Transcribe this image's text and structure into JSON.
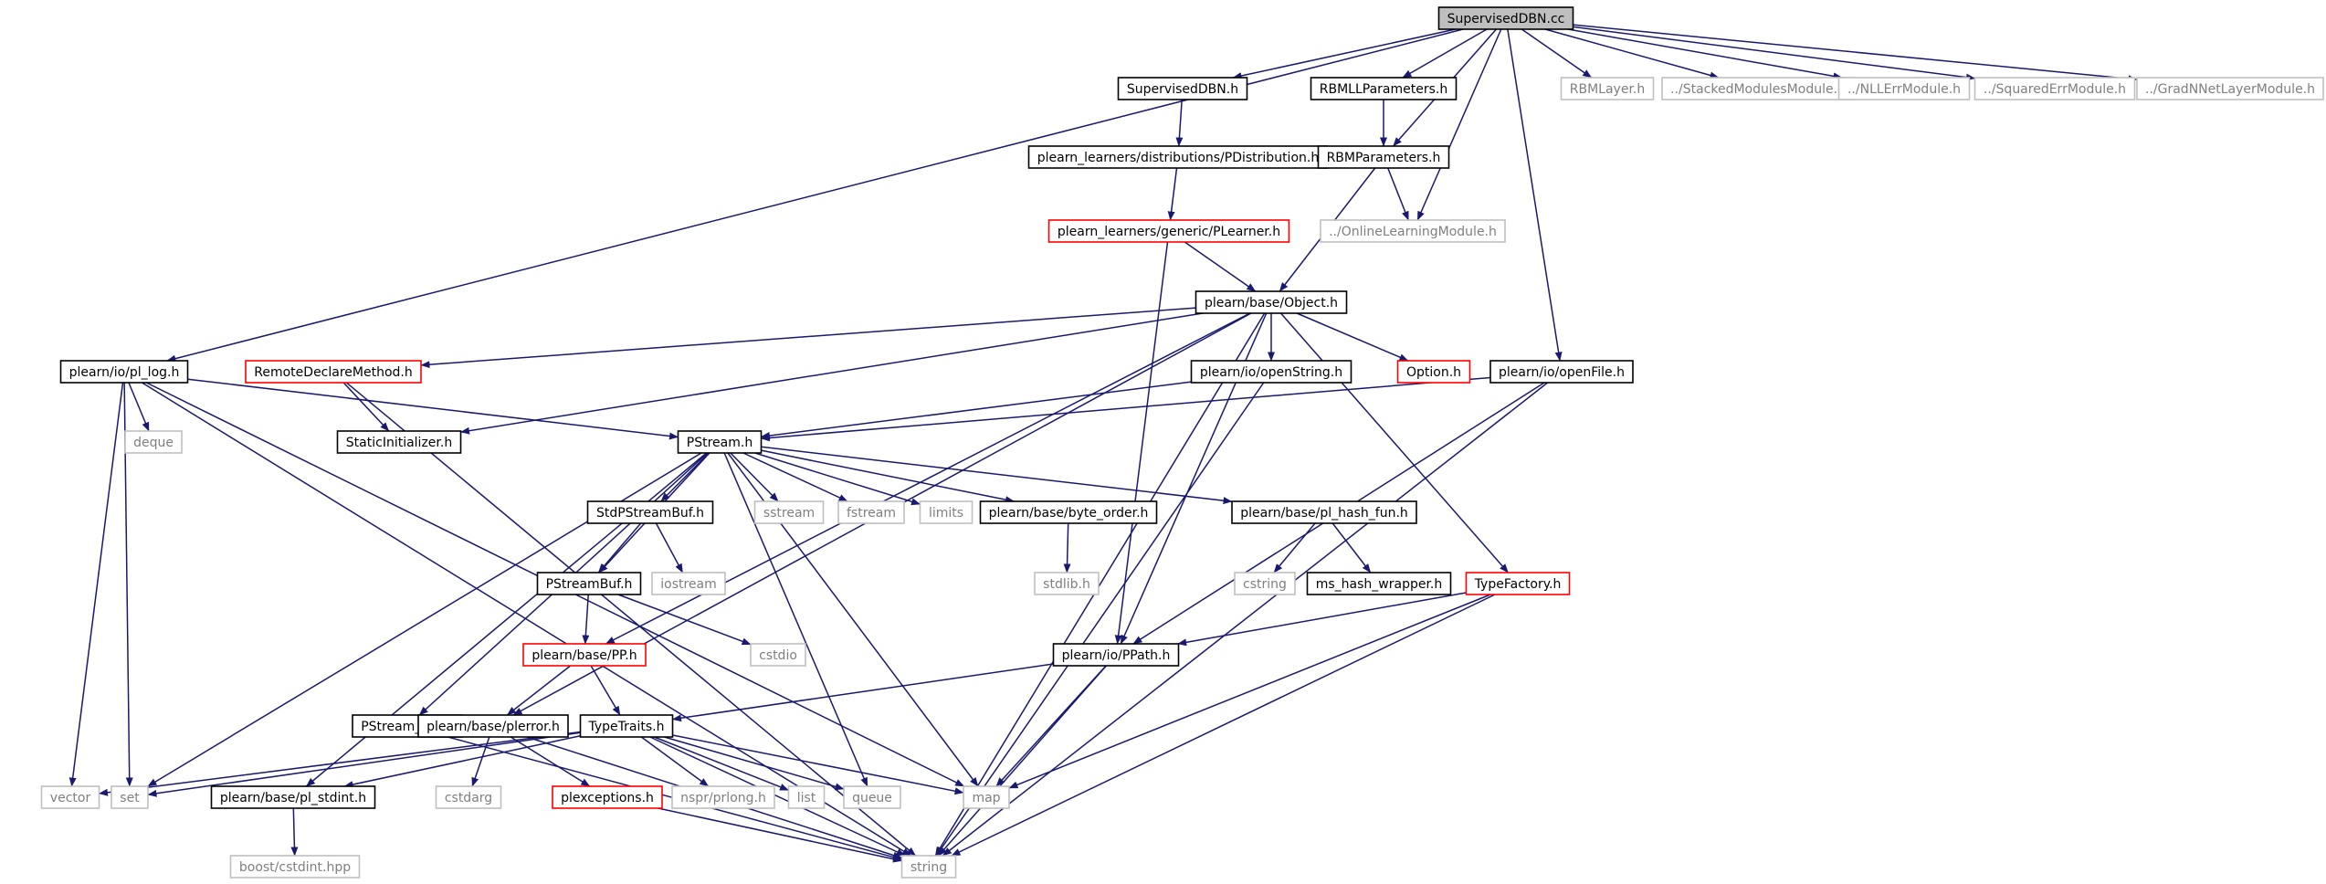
{
  "colors": {
    "edge": "#191970",
    "root_fill": "#bfbfbf",
    "text": "#000000",
    "muted_text": "#7f7f7f",
    "border_normal": "#000000",
    "border_red": "#ff0000",
    "border_gray": "#bfbfbf"
  },
  "nodes": [
    {
      "id": "root",
      "label": "SupervisedDBN.cc",
      "style": "root"
    },
    {
      "id": "sdbn_h",
      "label": "SupervisedDBN.h",
      "style": "normal"
    },
    {
      "id": "rbmll",
      "label": "RBMLLParameters.h",
      "style": "normal"
    },
    {
      "id": "rbmlayer",
      "label": "RBMLayer.h",
      "style": "gray"
    },
    {
      "id": "stacked",
      "label": "../StackedModulesModule.h",
      "style": "gray"
    },
    {
      "id": "nllerr",
      "label": "../NLLErrModule.h",
      "style": "gray"
    },
    {
      "id": "sqerr",
      "label": "../SquaredErrModule.h",
      "style": "gray"
    },
    {
      "id": "gradnn",
      "label": "../GradNNetLayerModule.h",
      "style": "gray"
    },
    {
      "id": "pdist",
      "label": "plearn_learners/distributions/PDistribution.h",
      "style": "normal"
    },
    {
      "id": "rbmparams",
      "label": "RBMParameters.h",
      "style": "normal"
    },
    {
      "id": "plearner",
      "label": "plearn_learners/generic/PLearner.h",
      "style": "red"
    },
    {
      "id": "online",
      "label": "../OnlineLearningModule.h",
      "style": "gray"
    },
    {
      "id": "object",
      "label": "plearn/base/Object.h",
      "style": "normal"
    },
    {
      "id": "pllog",
      "label": "plearn/io/pl_log.h",
      "style": "normal"
    },
    {
      "id": "remote",
      "label": "RemoteDeclareMethod.h",
      "style": "red"
    },
    {
      "id": "openstring",
      "label": "plearn/io/openString.h",
      "style": "normal"
    },
    {
      "id": "option",
      "label": "Option.h",
      "style": "red"
    },
    {
      "id": "openfile",
      "label": "plearn/io/openFile.h",
      "style": "normal"
    },
    {
      "id": "deque",
      "label": "deque",
      "style": "gray"
    },
    {
      "id": "staticinit",
      "label": "StaticInitializer.h",
      "style": "normal"
    },
    {
      "id": "pstream",
      "label": "PStream.h",
      "style": "normal"
    },
    {
      "id": "stdpsb",
      "label": "StdPStreamBuf.h",
      "style": "normal"
    },
    {
      "id": "sstream",
      "label": "sstream",
      "style": "gray"
    },
    {
      "id": "fstream",
      "label": "fstream",
      "style": "gray"
    },
    {
      "id": "limits",
      "label": "limits",
      "style": "gray"
    },
    {
      "id": "byteorder",
      "label": "plearn/base/byte_order.h",
      "style": "normal"
    },
    {
      "id": "hashfun",
      "label": "plearn/base/pl_hash_fun.h",
      "style": "normal"
    },
    {
      "id": "psb",
      "label": "PStreamBuf.h",
      "style": "normal"
    },
    {
      "id": "iostream",
      "label": "iostream",
      "style": "gray"
    },
    {
      "id": "stdlib",
      "label": "stdlib.h",
      "style": "gray"
    },
    {
      "id": "cstring",
      "label": "cstring",
      "style": "gray"
    },
    {
      "id": "mshash",
      "label": "ms_hash_wrapper.h",
      "style": "normal"
    },
    {
      "id": "typefactory",
      "label": "TypeFactory.h",
      "style": "red"
    },
    {
      "id": "pp",
      "label": "plearn/base/PP.h",
      "style": "red"
    },
    {
      "id": "cstdio",
      "label": "cstdio",
      "style": "gray"
    },
    {
      "id": "ppath",
      "label": "plearn/io/PPath.h",
      "style": "normal"
    },
    {
      "id": "pstreamutil",
      "label": "PStream_util.h",
      "style": "normal"
    },
    {
      "id": "plerror",
      "label": "plearn/base/plerror.h",
      "style": "normal"
    },
    {
      "id": "typetraits",
      "label": "TypeTraits.h",
      "style": "normal"
    },
    {
      "id": "vector",
      "label": "vector",
      "style": "gray"
    },
    {
      "id": "set",
      "label": "set",
      "style": "gray"
    },
    {
      "id": "plstdint",
      "label": "plearn/base/pl_stdint.h",
      "style": "normal"
    },
    {
      "id": "cstdarg",
      "label": "cstdarg",
      "style": "gray"
    },
    {
      "id": "plexceptions",
      "label": "plexceptions.h",
      "style": "red"
    },
    {
      "id": "nsprprlong",
      "label": "nspr/prlong.h",
      "style": "gray"
    },
    {
      "id": "list",
      "label": "list",
      "style": "gray"
    },
    {
      "id": "queue",
      "label": "queue",
      "style": "gray"
    },
    {
      "id": "map",
      "label": "map",
      "style": "gray"
    },
    {
      "id": "boost",
      "label": "boost/cstdint.hpp",
      "style": "gray"
    },
    {
      "id": "string",
      "label": "string",
      "style": "gray"
    }
  ],
  "edges": [
    [
      "root",
      "sdbn_h"
    ],
    [
      "root",
      "rbmll"
    ],
    [
      "root",
      "rbmlayer"
    ],
    [
      "root",
      "stacked"
    ],
    [
      "root",
      "nllerr"
    ],
    [
      "root",
      "sqerr"
    ],
    [
      "root",
      "gradnn"
    ],
    [
      "root",
      "rbmparams"
    ],
    [
      "root",
      "online"
    ],
    [
      "root",
      "pllog"
    ],
    [
      "root",
      "openfile"
    ],
    [
      "sdbn_h",
      "pdist"
    ],
    [
      "pdist",
      "plearner"
    ],
    [
      "plearner",
      "object"
    ],
    [
      "plearner",
      "ppath"
    ],
    [
      "rbmll",
      "rbmparams"
    ],
    [
      "rbmparams",
      "online"
    ],
    [
      "rbmparams",
      "object"
    ],
    [
      "object",
      "remote"
    ],
    [
      "object",
      "staticinit"
    ],
    [
      "object",
      "openstring"
    ],
    [
      "object",
      "option"
    ],
    [
      "object",
      "typefactory"
    ],
    [
      "object",
      "ppath"
    ],
    [
      "object",
      "pp"
    ],
    [
      "object",
      "plerror"
    ],
    [
      "object",
      "string"
    ],
    [
      "pllog",
      "deque"
    ],
    [
      "pllog",
      "pstream"
    ],
    [
      "pllog",
      "vector"
    ],
    [
      "pllog",
      "set"
    ],
    [
      "pllog",
      "map"
    ],
    [
      "pllog",
      "string"
    ],
    [
      "remote",
      "staticinit"
    ],
    [
      "remote",
      "string"
    ],
    [
      "openstring",
      "pstream"
    ],
    [
      "openstring",
      "string"
    ],
    [
      "openfile",
      "pstream"
    ],
    [
      "openfile",
      "ppath"
    ],
    [
      "openfile",
      "string"
    ],
    [
      "pstream",
      "stdpsb"
    ],
    [
      "pstream",
      "psb"
    ],
    [
      "pstream",
      "sstream"
    ],
    [
      "pstream",
      "fstream"
    ],
    [
      "pstream",
      "limits"
    ],
    [
      "pstream",
      "byteorder"
    ],
    [
      "pstream",
      "hashfun"
    ],
    [
      "pstream",
      "pstreamutil"
    ],
    [
      "pstream",
      "plstdint"
    ],
    [
      "pstream",
      "set"
    ],
    [
      "pstream",
      "map"
    ],
    [
      "pstream",
      "queue"
    ],
    [
      "stdpsb",
      "psb"
    ],
    [
      "stdpsb",
      "iostream"
    ],
    [
      "psb",
      "pp"
    ],
    [
      "psb",
      "cstdio"
    ],
    [
      "byteorder",
      "stdlib"
    ],
    [
      "hashfun",
      "cstring"
    ],
    [
      "hashfun",
      "mshash"
    ],
    [
      "typefactory",
      "ppath"
    ],
    [
      "typefactory",
      "map"
    ],
    [
      "typefactory",
      "string"
    ],
    [
      "ppath",
      "typetraits"
    ],
    [
      "ppath",
      "map"
    ],
    [
      "ppath",
      "string"
    ],
    [
      "pp",
      "plerror"
    ],
    [
      "pp",
      "typetraits"
    ],
    [
      "pstreamutil",
      "string"
    ],
    [
      "plerror",
      "cstdarg"
    ],
    [
      "plerror",
      "plexceptions"
    ],
    [
      "plerror",
      "string"
    ],
    [
      "plexceptions",
      "string"
    ],
    [
      "typetraits",
      "vector"
    ],
    [
      "typetraits",
      "set"
    ],
    [
      "typetraits",
      "plstdint"
    ],
    [
      "typetraits",
      "nsprprlong"
    ],
    [
      "typetraits",
      "list"
    ],
    [
      "typetraits",
      "queue"
    ],
    [
      "typetraits",
      "map"
    ],
    [
      "typetraits",
      "string"
    ],
    [
      "plstdint",
      "boost"
    ]
  ]
}
